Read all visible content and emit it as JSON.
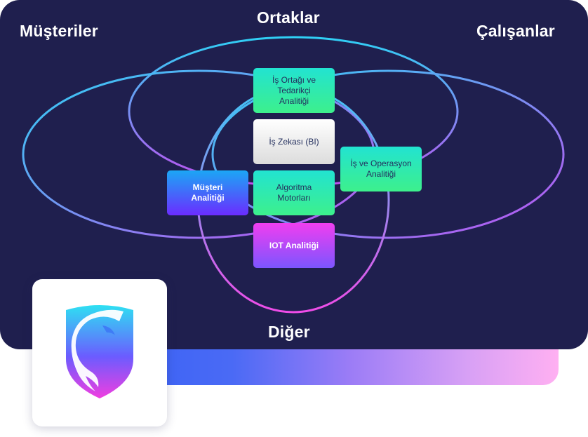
{
  "headings": {
    "top": "Ortaklar",
    "left": "Müşteriler",
    "right": "Çalışanlar",
    "bottom": "Diğer"
  },
  "boxes": {
    "partner": [
      "İş Ortağı ve",
      "Tedarikçi",
      "Analitiği"
    ],
    "bi": "İş Zekası (BI)",
    "operations": [
      "İş ve Operasyon",
      "Analitiği"
    ],
    "customer": [
      "Müşteri",
      "Analitiği"
    ],
    "algorithm": [
      "Algoritma",
      "Motorları"
    ],
    "iot": "IOT Analitiği"
  },
  "colors": {
    "panel": "#1f1f4e",
    "ellipse_start": "#2fd0f5",
    "ellipse_end": "#c04ff0",
    "ellipse_bottom": "#f04ce8"
  },
  "icons": {
    "logo": "horse-head-shield-logo"
  }
}
